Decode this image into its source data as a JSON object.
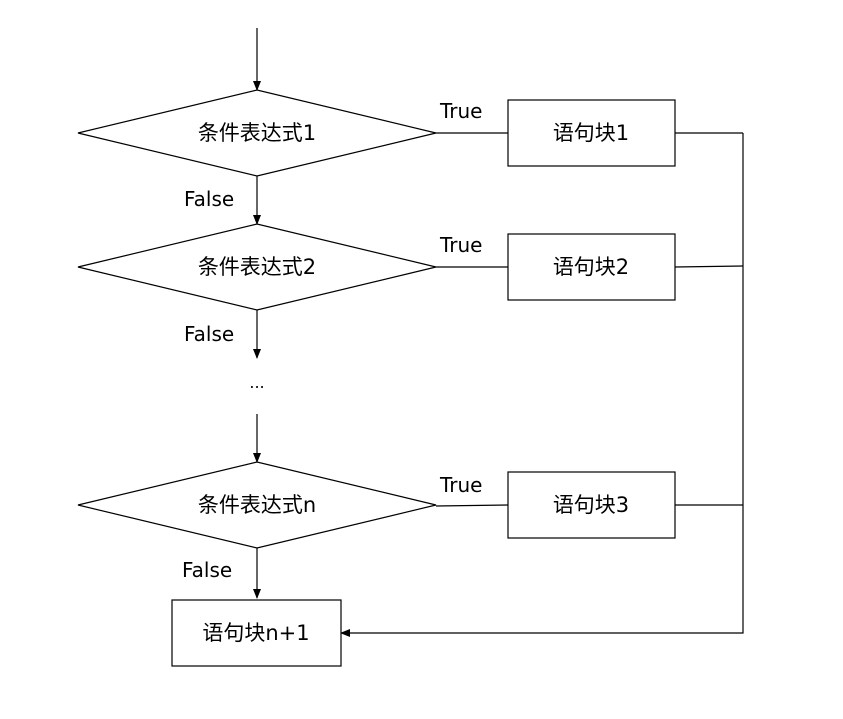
{
  "conditions": [
    {
      "label": "条件表达式1"
    },
    {
      "label": "条件表达式2"
    },
    {
      "label": "条件表达式n"
    }
  ],
  "blocks": [
    {
      "label": "语句块1"
    },
    {
      "label": "语句块2"
    },
    {
      "label": "语句块3"
    }
  ],
  "final_block": {
    "label": "语句块n+1"
  },
  "branch_labels": {
    "true": "True",
    "false": "False"
  },
  "ellipsis": "..."
}
